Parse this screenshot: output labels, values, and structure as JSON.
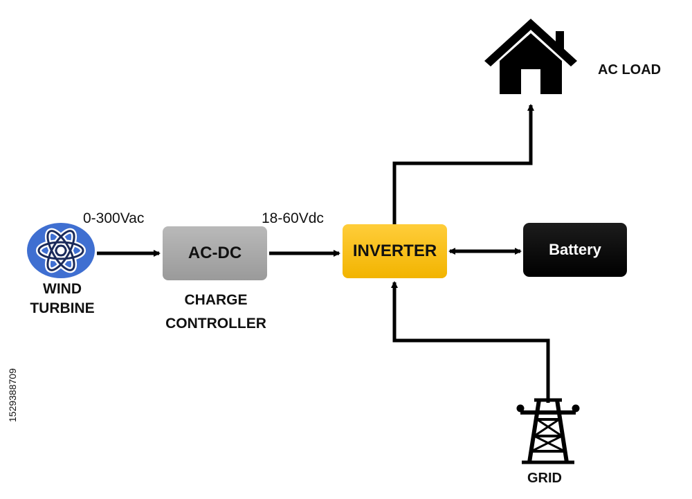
{
  "labels": {
    "wind_turbine": "WIND\nTURBINE",
    "ac_dc": "AC-DC",
    "charge_controller": "CHARGE\nCONTROLLER",
    "inverter": "INVERTER",
    "battery": "Battery",
    "ac_load": "AC LOAD",
    "grid": "GRID",
    "voltage_ac": "0-300Vac",
    "voltage_dc": "18-60Vdc"
  },
  "watermark_id": "1529388709",
  "colors": {
    "turbine_icon": "#3f6fd1",
    "ac_dc_box": "#a9a9a9",
    "inverter_box": "#f7bd12",
    "battery_box": "#000000",
    "lines": "#000000"
  },
  "icons": {
    "wind_turbine": "atom-icon",
    "ac_load": "house-icon",
    "grid": "transmission-tower-icon"
  }
}
